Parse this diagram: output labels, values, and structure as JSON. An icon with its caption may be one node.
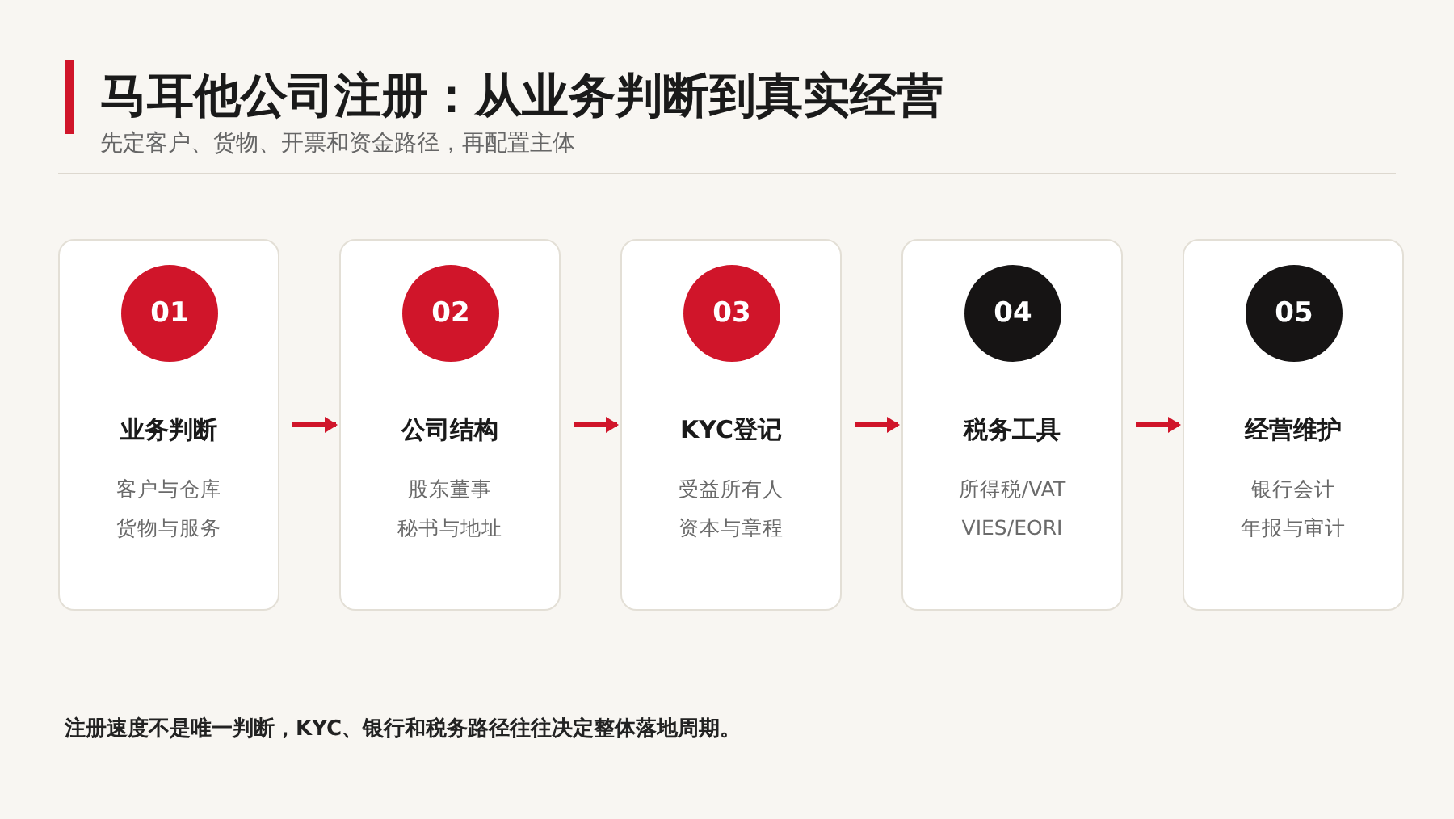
{
  "diagram": {
    "title": "马耳他公司注册：从业务判断到真实经营",
    "nodes": [
      {
        "text": [
          "业务判断",
          "客户与仓库",
          "货物与服务"
        ]
      },
      {
        "text": [
          "01"
        ],
        "in": 0
      },
      {
        "text": [
          "公司结构",
          "股东董事",
          "秘书与地址"
        ]
      },
      {
        "text": [
          "02"
        ],
        "in": 2
      },
      {
        "text": [
          "KYC登记",
          "受益所有人",
          "资本与章程"
        ]
      },
      {
        "text": [
          "03"
        ],
        "in": 4
      },
      {
        "text": [
          "税务工具",
          "所得税/VAT",
          "VIES/EORI"
        ]
      },
      {
        "text": [
          "04"
        ],
        "in": 6
      },
      {
        "text": [
          "经营维护",
          "银行会计",
          "年报与审计"
        ]
      },
      {
        "text": [
          "05"
        ],
        "in": 8
      }
    ],
    "edges": [
      {
        "from": 0,
        "to": 2,
        "arrow": "to"
      },
      {
        "from": 2,
        "to": 4,
        "arrow": "to"
      },
      {
        "from": 4,
        "to": 6,
        "arrow": "to"
      },
      {
        "from": 6,
        "to": 8,
        "arrow": "to"
      }
    ],
    "labels": [
      "先定客户、货物、开票和资金路径，再配置主体",
      "注册速度不是唯一判断，KYC、银行和税务路径往往决定整体落地周期。"
    ]
  }
}
